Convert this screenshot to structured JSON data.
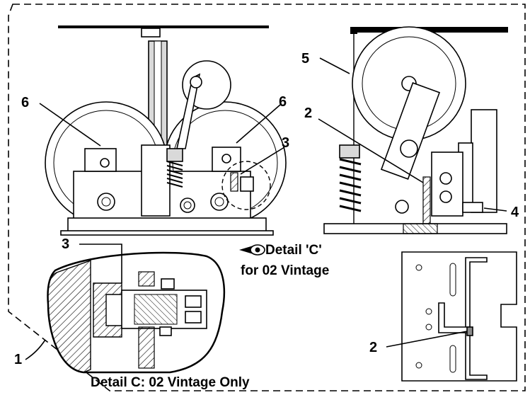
{
  "callouts": {
    "one": "1",
    "two_right": "2",
    "two_plate": "2",
    "three_main": "3",
    "three_detail": "3",
    "four": "4",
    "five": "5",
    "six_left": "6",
    "six_right": "6"
  },
  "captions": {
    "detail_ref_line1": "Detail 'C'",
    "detail_ref_line2": "for 02 Vintage",
    "detail_title": "Detail C: 02 Vintage Only"
  },
  "icons": {
    "view_eye": "eye-icon"
  }
}
